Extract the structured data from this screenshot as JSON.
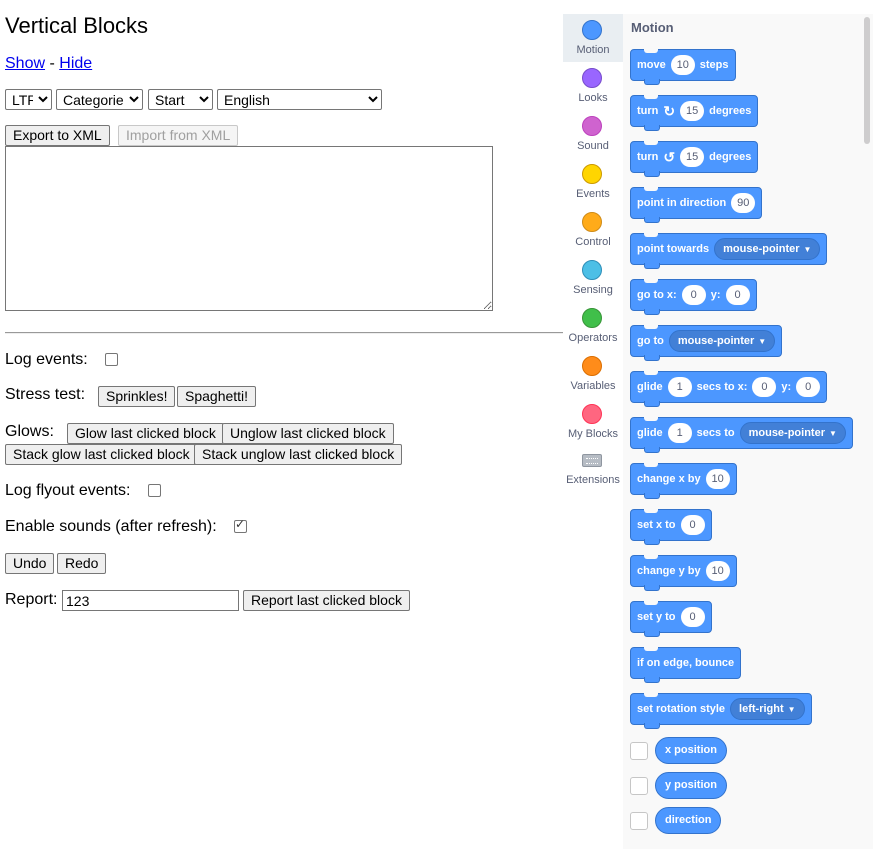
{
  "page": {
    "title": "Vertical Blocks",
    "show_label": "Show",
    "sep": "-",
    "hide_label": "Hide"
  },
  "selects": {
    "direction": "LTR",
    "toolbox": "Categories",
    "position": "Start",
    "language": "English"
  },
  "xml": {
    "export_label": "Export to XML",
    "import_label": "Import from XML",
    "textarea_value": ""
  },
  "options": {
    "log_events_label": "Log events:",
    "stress_label": "Stress test:",
    "sprinkles_label": "Sprinkles!",
    "spaghetti_label": "Spaghetti!",
    "glows_label": "Glows:",
    "glow_label": "Glow last clicked block",
    "unglow_label": "Unglow last clicked block",
    "stack_glow_label": "Stack glow last clicked block",
    "stack_unglow_label": "Stack unglow last clicked block",
    "log_flyout_label": "Log flyout events:",
    "sounds_label": "Enable sounds (after refresh):",
    "undo_label": "Undo",
    "redo_label": "Redo",
    "report_label": "Report:",
    "report_value": "123",
    "report_button_label": "Report last clicked block"
  },
  "categories": [
    {
      "name": "Motion",
      "color": "#4c97ff",
      "border": "#3373cc",
      "selected": true
    },
    {
      "name": "Looks",
      "color": "#9966ff",
      "border": "#774dcb"
    },
    {
      "name": "Sound",
      "color": "#cf63cf",
      "border": "#bd42bd"
    },
    {
      "name": "Events",
      "color": "#ffd500",
      "border": "#cc9900"
    },
    {
      "name": "Control",
      "color": "#ffab19",
      "border": "#cf8b17"
    },
    {
      "name": "Sensing",
      "color": "#4cbfe6",
      "border": "#2e8eb8"
    },
    {
      "name": "Operators",
      "color": "#40bf4a",
      "border": "#389438"
    },
    {
      "name": "Variables",
      "color": "#ff8c1a",
      "border": "#db6e00"
    },
    {
      "name": "My Blocks",
      "color": "#ff6680",
      "border": "#ff3355"
    },
    {
      "name": "Extensions",
      "color": "",
      "border": ""
    }
  ],
  "flyout": {
    "title": "Motion",
    "blocks": {
      "move": {
        "t1": "move",
        "v1": "10",
        "t2": "steps"
      },
      "turn_right": {
        "t1": "turn",
        "icon": "rotate-right-icon",
        "v1": "15",
        "t2": "degrees"
      },
      "turn_left": {
        "t1": "turn",
        "icon": "rotate-left-icon",
        "v1": "15",
        "t2": "degrees"
      },
      "point_dir": {
        "t1": "point in direction",
        "v1": "90"
      },
      "point_towards": {
        "t1": "point towards",
        "d1": "mouse-pointer"
      },
      "goto_xy": {
        "t1": "go to x:",
        "v1": "0",
        "t2": "y:",
        "v2": "0"
      },
      "goto": {
        "t1": "go to",
        "d1": "mouse-pointer"
      },
      "glide_xy": {
        "t1": "glide",
        "v1": "1",
        "t2": "secs to x:",
        "v2": "0",
        "t3": "y:",
        "v3": "0"
      },
      "glide_to": {
        "t1": "glide",
        "v1": "1",
        "t2": "secs to",
        "d1": "mouse-pointer"
      },
      "change_x": {
        "t1": "change x by",
        "v1": "10"
      },
      "set_x": {
        "t1": "set x to",
        "v1": "0"
      },
      "change_y": {
        "t1": "change y by",
        "v1": "10"
      },
      "set_y": {
        "t1": "set y to",
        "v1": "0"
      },
      "bounce": {
        "t1": "if on edge, bounce"
      },
      "rotation": {
        "t1": "set rotation style",
        "d1": "left-right"
      }
    },
    "reporters": {
      "x": "x position",
      "y": "y position",
      "dir": "direction"
    }
  }
}
